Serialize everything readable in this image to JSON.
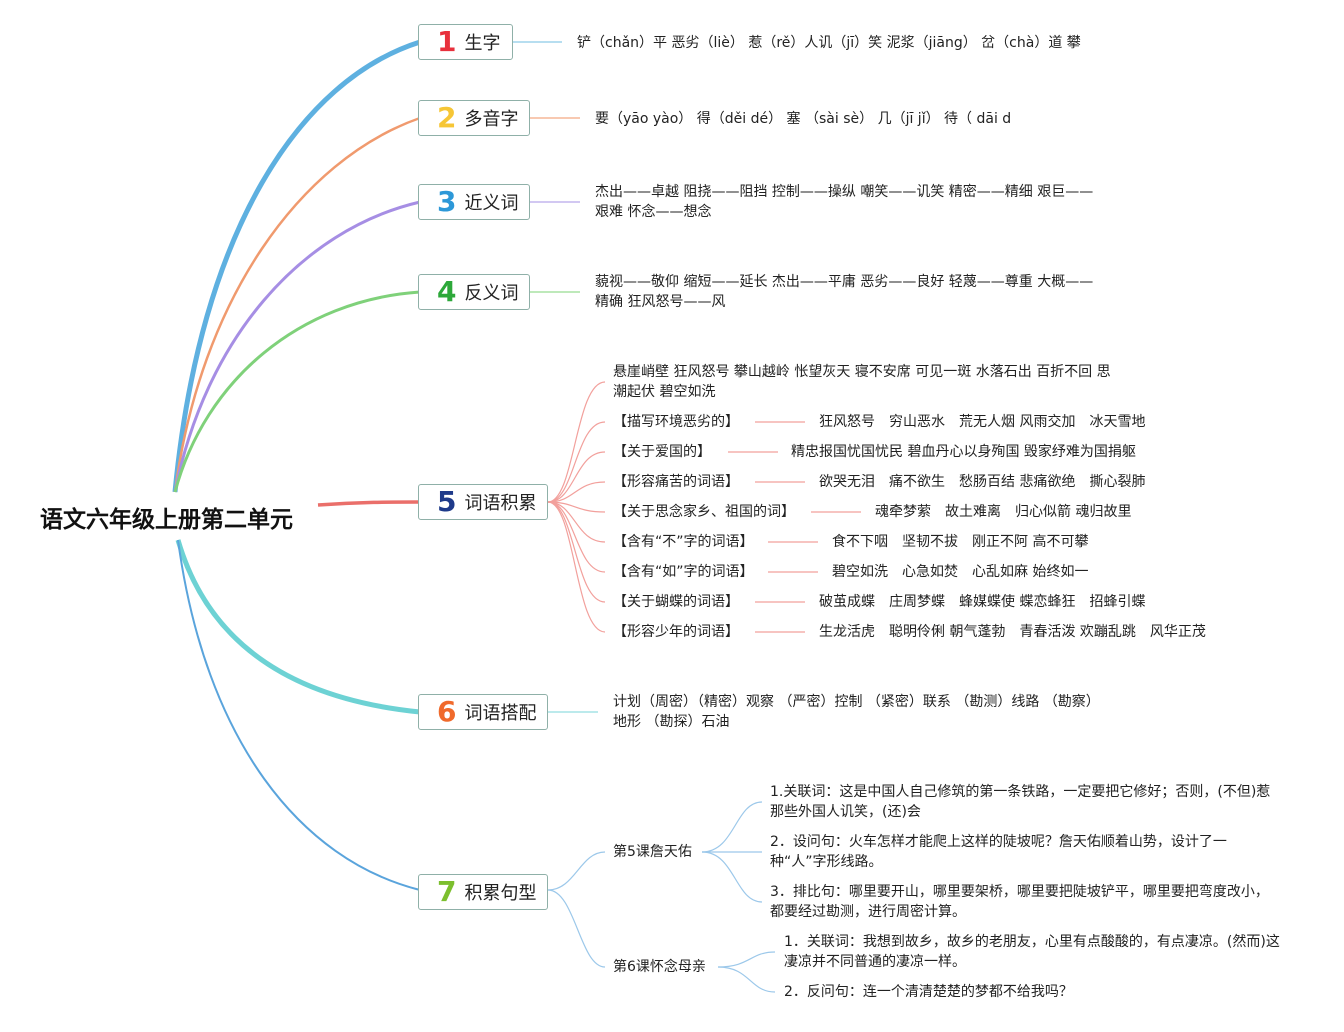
{
  "root": "语文六年级上册第二单元",
  "colors": {
    "b1": "#5eb0e0",
    "b2": "#f09a6e",
    "b3": "#a68ee4",
    "b4": "#7fd17a",
    "b5": "#ea6f6a",
    "b6": "#6dd2d4",
    "b7": "#5aa4dc",
    "n1": "#e8303c",
    "n2": "#f6c636",
    "n3": "#2d98d8",
    "n4": "#2da83a",
    "n5": "#1e3a8a",
    "n6": "#f06a2c",
    "n7": "#7cbf2e"
  },
  "branches": [
    {
      "num": "1",
      "label": "生字"
    },
    {
      "num": "2",
      "label": "多音字"
    },
    {
      "num": "3",
      "label": "近义词"
    },
    {
      "num": "4",
      "label": "反义词"
    },
    {
      "num": "5",
      "label": "词语积累"
    },
    {
      "num": "6",
      "label": "词语搭配"
    },
    {
      "num": "7",
      "label": "积累句型"
    }
  ],
  "shengzi": "铲（chǎn）平 恶劣（liè） 惹（rě）人讥（jī）笑 泥浆（jiāng） 岔（chà）道 攀",
  "duoyin": "要（yāo yào） 得（děi dé） 塞 （sài sè） 几（jī jǐ） 待（ dāi d",
  "jinyi": "杰出——卓越 阻挠——阻挡 控制——操纵 嘲笑——讥笑 精密——精细 艰巨——\n艰难 怀念——想念",
  "fanyi": "藐视——敬仰 缩短——延长 杰出——平庸 恶劣——良好 轻蔑——尊重 大概——\n精确 狂风怒号——风",
  "ciyu": {
    "intro": "悬崖峭壁 狂风怒号 攀山越岭 怅望灰天 寝不安席 可见一斑 水落石出 百折不回 思\n潮起伏 碧空如洗",
    "rows": [
      {
        "cat": "【描写环境恶劣的】",
        "words": "狂风怒号　穷山恶水　荒无人烟 风雨交加　冰天雪地"
      },
      {
        "cat": "【关于爱国的】",
        "words": "精忠报国忧国忧民 碧血丹心以身殉国 毁家纾难为国捐躯"
      },
      {
        "cat": "【形容痛苦的词语】",
        "words": "欲哭无泪　痛不欲生　愁肠百结 悲痛欲绝　撕心裂肺"
      },
      {
        "cat": "【关于思念家乡、祖国的词】",
        "words": "魂牵梦萦　故土难离　归心似箭 魂归故里"
      },
      {
        "cat": "【含有“不”字的词语】",
        "words": "食不下咽　坚韧不拔　刚正不阿 高不可攀"
      },
      {
        "cat": "【含有“如”字的词语】",
        "words": "碧空如洗　心急如焚　心乱如麻 始终如一"
      },
      {
        "cat": "【关于蝴蝶的词语】",
        "words": "破茧成蝶　庄周梦蝶　蜂媒蝶使 蝶恋蜂狂　招蜂引蝶"
      },
      {
        "cat": "【形容少年的词语】",
        "words": "生龙活虎　聪明伶俐 朝气蓬勃　青春活泼 欢蹦乱跳　风华正茂"
      }
    ]
  },
  "dapei": "计划（周密）（精密）观察 （严密）控制 （紧密）联系 （勘测）线路 （勘察）\n地形 （勘探）石油",
  "juxing": {
    "lesson5": {
      "title": "第5课詹天佑",
      "items": [
        "1.关联词：这是中国人自己修筑的第一条铁路，一定要把它修好；否则，(不但)惹\n那些外国人讥笑，(还)会",
        "2．设问句：火车怎样才能爬上这样的陡坡呢？詹天佑顺着山势，设计了一\n种“人”字形线路。",
        "3．排比句：哪里要开山，哪里要架桥，哪里要把陡坡铲平，哪里要把弯度改小，\n都要经过勘测，进行周密计算。"
      ]
    },
    "lesson6": {
      "title": "第6课怀念母亲",
      "items": [
        "1．关联词：我想到故乡，故乡的老朋友，心里有点酸酸的，有点凄凉。(然而)这\n凄凉并不同普通的凄凉一样。",
        "2．反问句：连一个清清楚楚的梦都不给我吗？"
      ]
    }
  }
}
